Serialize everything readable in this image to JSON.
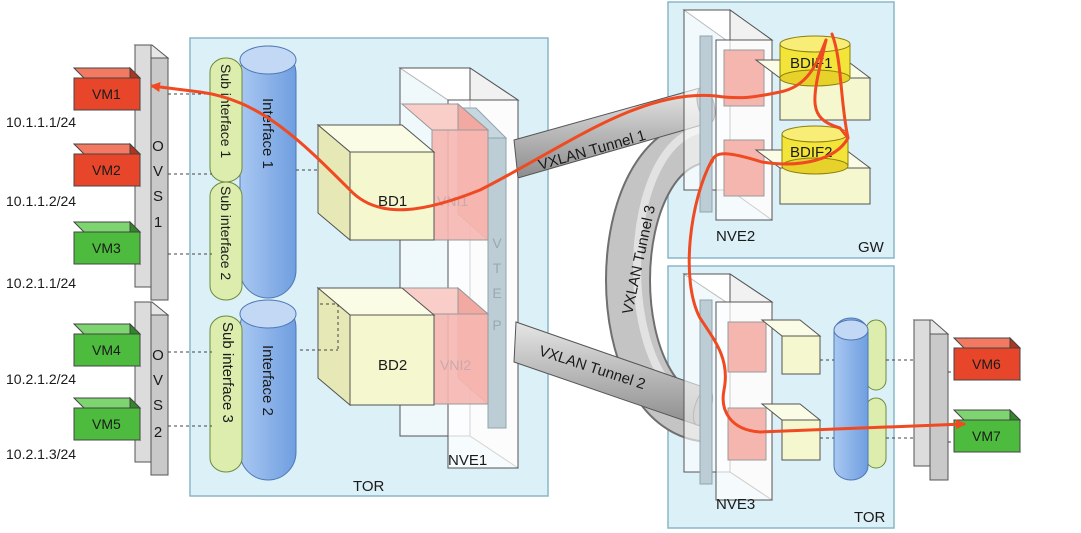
{
  "colors": {
    "region": "#dcf0f7",
    "region_stroke": "#8ab7c8",
    "red_vm": "#e8462a",
    "green_vm": "#4dbb3d",
    "pink": "#f6b6b0",
    "cream": "#f5f7cf",
    "blue_iface": "#8fb6ea",
    "sub_green": "#dcedae",
    "bdif_yellow": "#f3e43a",
    "path": "#ef4a22",
    "tunnel": "#bdbdbd"
  },
  "regions": {
    "tor_left": "TOR",
    "gw": "GW",
    "tor_right": "TOR"
  },
  "nve": {
    "nve1": "NVE1",
    "nve2": "NVE2",
    "nve3": "NVE3"
  },
  "bd": {
    "bd1": "BD1",
    "bd2": "BD2"
  },
  "vni": {
    "vni1": "VNI1",
    "vni2": "VNI2"
  },
  "vtep": [
    "V",
    "T",
    "E",
    "P"
  ],
  "interfaces": {
    "if1": "Interface 1",
    "if2": "Interface 2"
  },
  "subinterfaces": {
    "s1": "Sub interface 1",
    "s2": "Sub interface 2",
    "s3": "Sub interface 3"
  },
  "ovs": {
    "ovs1": [
      "O",
      "V",
      "S",
      "1"
    ],
    "ovs2": [
      "O",
      "V",
      "S",
      "2"
    ]
  },
  "vms": [
    {
      "label": "VM1",
      "ip": "10.1.1.1/24",
      "color": "red"
    },
    {
      "label": "VM2",
      "ip": "10.1.1.2/24",
      "color": "red"
    },
    {
      "label": "VM3",
      "ip": "10.2.1.1/24",
      "color": "green"
    },
    {
      "label": "VM4",
      "ip": "10.2.1.2/24",
      "color": "green"
    },
    {
      "label": "VM5",
      "ip": "10.2.1.3/24",
      "color": "green"
    },
    {
      "label": "VM6",
      "ip": "",
      "color": "red"
    },
    {
      "label": "VM7",
      "ip": "",
      "color": "green"
    }
  ],
  "tunnels": {
    "t1": "VXLAN Tunnel 1",
    "t2": "VXLAN Tunnel 2",
    "t3": "VXLAN Tunnel 3"
  },
  "bdif": {
    "b1": "BDIF1",
    "b2": "BDIF2"
  }
}
